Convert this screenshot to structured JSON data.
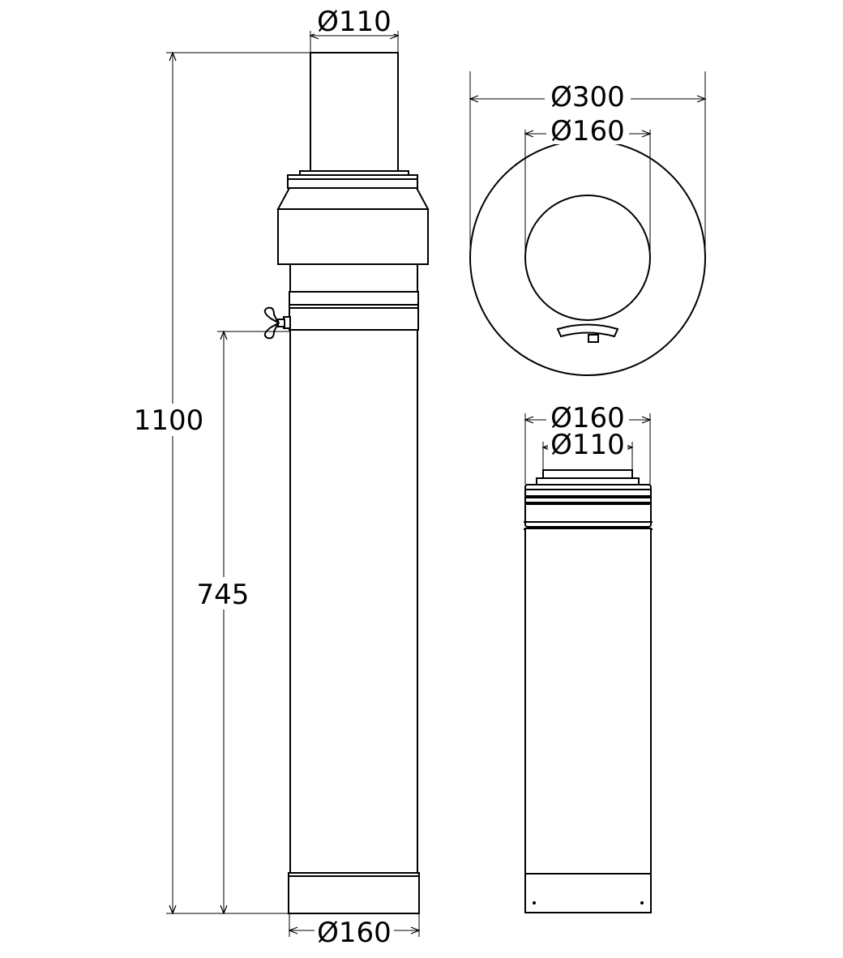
{
  "dimensions": {
    "left_top_diameter": "Ø110",
    "left_total_height": "1100",
    "left_lower_height": "745",
    "left_bottom_diameter": "Ø160",
    "top_view_outer_diameter": "Ø300",
    "top_view_inner_diameter": "Ø160",
    "right_outer_diameter": "Ø160",
    "right_inner_diameter": "Ø110"
  },
  "colors": {
    "line": "#000000",
    "background": "#ffffff"
  }
}
